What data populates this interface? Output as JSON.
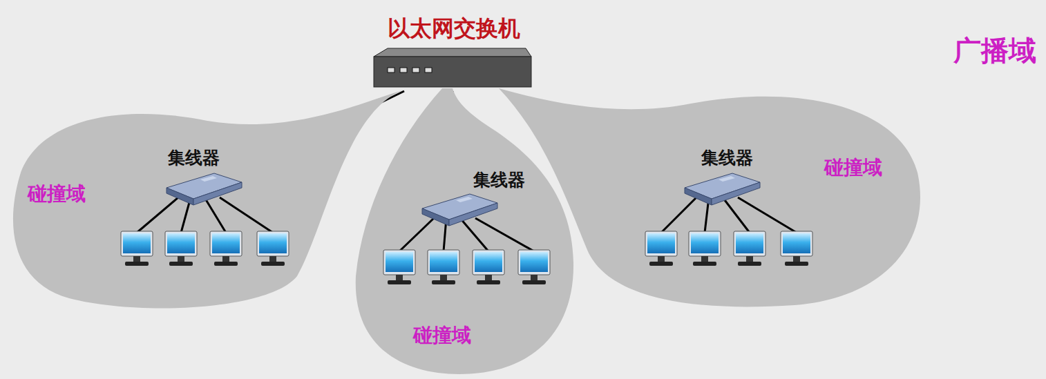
{
  "diagram": {
    "nodes": [
      {
        "text": [
          "以太网交换机"
        ]
      },
      {
        "text": [
          "碰撞域"
        ]
      },
      {
        "text": [
          "集线器"
        ],
        "in": 1
      },
      {
        "text": [
          "碰撞域"
        ]
      },
      {
        "text": [
          "集线器"
        ],
        "in": 3
      },
      {
        "text": [
          "碰撞域"
        ]
      },
      {
        "text": [
          "集线器"
        ],
        "in": 5
      }
    ],
    "edges": [
      {
        "from": 0,
        "to": 2,
        "arrow": "none"
      },
      {
        "from": 0,
        "to": 4,
        "arrow": "none"
      },
      {
        "from": 0,
        "to": 6,
        "arrow": "none"
      }
    ],
    "labels": [
      "广播域"
    ]
  }
}
